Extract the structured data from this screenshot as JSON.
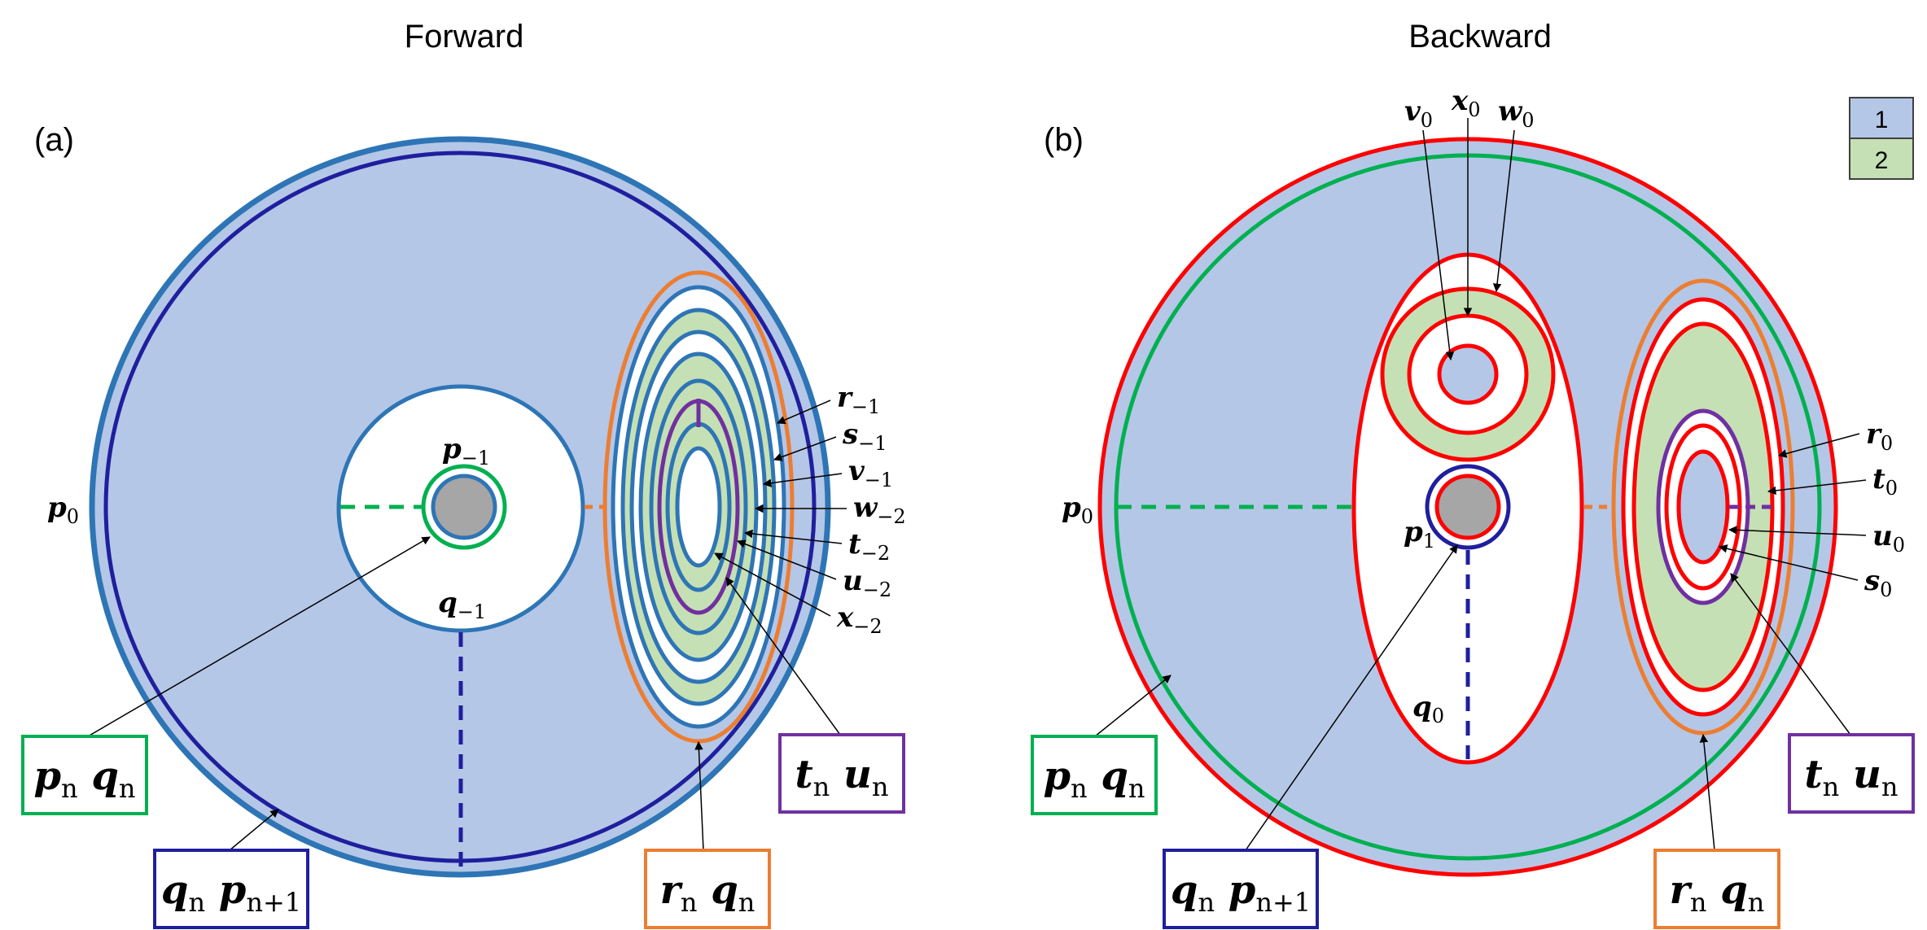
{
  "titles": {
    "left": "Forward",
    "right": "Backward"
  },
  "panels": {
    "a": "(a)",
    "b": "(b)"
  },
  "legend": [
    {
      "text": "1",
      "color": "#b4c7e7"
    },
    {
      "text": "2",
      "color": "#c5e0b4"
    }
  ],
  "colors": {
    "region1": "#b4c7e7",
    "region2": "#c5e0b4",
    "blue": "#2e75b6",
    "navy": "#1f1f9e",
    "green": "#00b050",
    "orange": "#ed7d31",
    "purple": "#7030a0",
    "red": "#ff0000",
    "gray": "#a6a6a6"
  },
  "forward": {
    "labels": {
      "p0": [
        "p",
        "0"
      ],
      "p_1": [
        "p",
        "−1"
      ],
      "q_1": [
        "q",
        "−1"
      ],
      "r_1": [
        "r",
        "−1"
      ],
      "s_1": [
        "s",
        "−1"
      ],
      "v_1": [
        "v",
        "−1"
      ],
      "w_2": [
        "w",
        "−2"
      ],
      "t_2": [
        "t",
        "−2"
      ],
      "u_2": [
        "u",
        "−2"
      ],
      "x_2": [
        "x",
        "−2"
      ]
    },
    "boxes": {
      "pq": [
        "p",
        "n",
        " q",
        "n"
      ],
      "qp": [
        "q",
        "n",
        " p",
        "n+1"
      ],
      "rq": [
        "r",
        "n",
        " q",
        "n"
      ],
      "tu": [
        "t",
        "n",
        " u",
        "n"
      ]
    }
  },
  "backward": {
    "labels": {
      "p0": [
        "p",
        "0"
      ],
      "p1": [
        "p",
        "1"
      ],
      "q0": [
        "q",
        "0"
      ],
      "v0": [
        "v",
        "0"
      ],
      "x0": [
        "x",
        "0"
      ],
      "w0": [
        "w",
        "0"
      ],
      "r0": [
        "r",
        "0"
      ],
      "t0": [
        "t",
        "0"
      ],
      "u0": [
        "u",
        "0"
      ],
      "s0": [
        "s",
        "0"
      ]
    },
    "boxes": {
      "pq": [
        "p",
        "n",
        " q",
        "n"
      ],
      "qp": [
        "q",
        "n",
        " p",
        "n+1"
      ],
      "rq": [
        "r",
        "n",
        " q",
        "n"
      ],
      "tu": [
        "t",
        "n",
        " u",
        "n"
      ]
    }
  }
}
